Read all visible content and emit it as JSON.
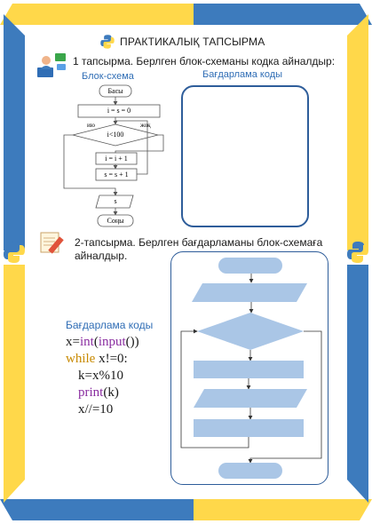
{
  "page": {
    "title": "ПРАКТИКАЛЫҚ ТАПСЫРМА",
    "colors": {
      "frame_blue": "#3d7bbd",
      "frame_yellow": "#ffd84a",
      "shape_fill": "#aac6e6",
      "code_border": "#2e5d9a",
      "keyword": "#c88a00",
      "builtin": "#8a2ea0"
    }
  },
  "task1": {
    "text": "1 тапсырма. Берлген блок-схеманы кодка айналдыр:",
    "flowchart_label": "Блок-схема",
    "program_label": "Бағдарлама коды",
    "flowchart": {
      "start": "Басы",
      "init": "i = s = 0",
      "condition": "i<100",
      "no": "ию",
      "yes": "жоқ",
      "step1": "i = i + 1",
      "step2": "s = s + 1",
      "output": "s",
      "end": "Соңы"
    }
  },
  "task2": {
    "text_line1": "2-тапсырма. Берлген бағдарламаны блок-схемаға",
    "text_line2": "айналдыр.",
    "program_label": "Бағдарлама коды",
    "code": {
      "l1_a": "x=",
      "l1_b": "int",
      "l1_c": "(",
      "l1_d": "input",
      "l1_e": "())",
      "l2_a": "while",
      "l2_b": " x!=0:",
      "l3": "k=x%10",
      "l4_a": "print",
      "l4_b": "(k)",
      "l5": "x//=10"
    }
  }
}
